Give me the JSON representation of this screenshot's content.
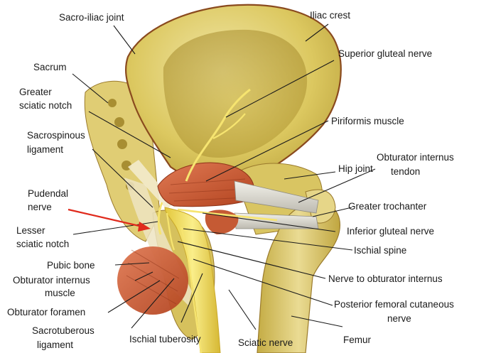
{
  "labels": {
    "sacro_iliac_joint": "Sacro-iliac joint",
    "iliac_crest": "Iliac crest",
    "superior_gluteal_nerve": "Superior gluteal nerve",
    "sacrum": "Sacrum",
    "greater_sciatic_notch_1": "Greater",
    "greater_sciatic_notch_2": "sciatic notch",
    "piriformis_muscle": "Piriformis muscle",
    "sacrospinous_ligament_1": "Sacrospinous",
    "sacrospinous_ligament_2": "ligament",
    "obturator_internus_tendon_1": "Obturator internus",
    "obturator_internus_tendon_2": "tendon",
    "hip_joint": "Hip joint",
    "pudendal_nerve_1": "Pudendal",
    "pudendal_nerve_2": "nerve",
    "greater_trochanter": "Greater trochanter",
    "lesser_sciatic_notch_1": "Lesser",
    "lesser_sciatic_notch_2": "sciatic notch",
    "inferior_gluteal_nerve": "Inferior gluteal nerve",
    "ischial_spine": "Ischial spine",
    "pubic_bone": "Pubic bone",
    "obturator_internus_muscle_1": "Obturator internus",
    "obturator_internus_muscle_2": "muscle",
    "nerve_to_obturator_internus": "Nerve to obturator internus",
    "obturator_foramen": "Obturator foramen",
    "posterior_femoral_cutaneous_1": "Posterior femoral cutaneous",
    "posterior_femoral_cutaneous_2": "nerve",
    "sacrotuberous_ligament_1": "Sacrotuberous",
    "sacrotuberous_ligament_2": "ligament",
    "ischial_tuberosity": "Ischial tuberosity",
    "sciatic_nerve": "Sciatic nerve",
    "femur": "Femur"
  },
  "colors": {
    "bone": "#d8c45a",
    "bone_light": "#efe3a0",
    "bone_dark": "#b29a35",
    "outline": "#8a4a1e",
    "muscle": "#c3502c",
    "muscle_light": "#e07a54",
    "nerve": "#f3de5a",
    "nerve_edge": "#c9a82a",
    "tendon": "#dcdad0",
    "ligament": "#ede4c2",
    "arrow": "#e02a1c"
  }
}
